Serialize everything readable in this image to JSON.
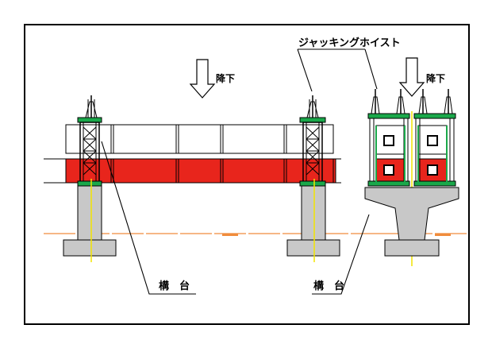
{
  "labels": {
    "jacking_hoist": "ジャッキングホイスト",
    "lowering_left": "降下",
    "lowering_right": "降下",
    "pier_left": "構　台",
    "pier_right": "構　台"
  },
  "colors": {
    "frame": "#000000",
    "girder_red": "#e8251c",
    "tower_green": "#1aa84a",
    "pier_gray": "#c8c8c8",
    "centerline_yellow": "#f2e400",
    "ground_orange": "#f08c3c"
  },
  "icons": {
    "arrow_left": "down-arrow-icon",
    "arrow_right": "down-arrow-icon"
  }
}
